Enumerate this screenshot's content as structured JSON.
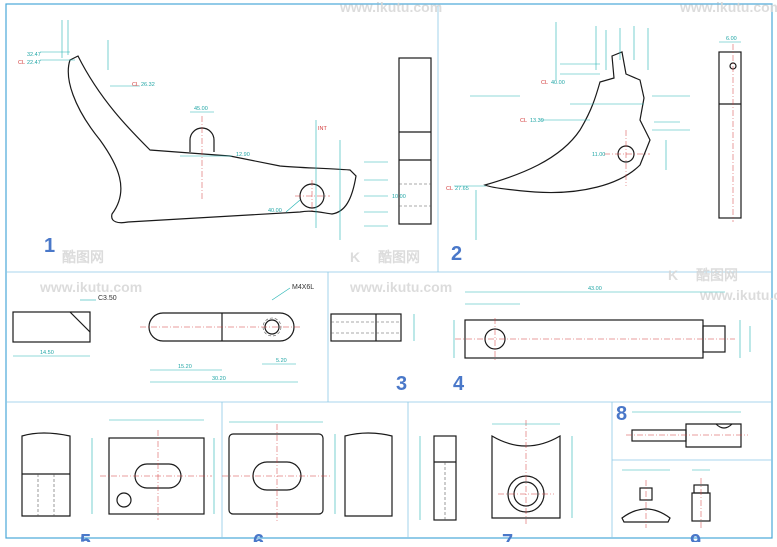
{
  "watermark": {
    "brand": "酷图网",
    "url": "www.ikutu.com",
    "logo_mark": "K"
  },
  "panels": [
    {
      "number": "1"
    },
    {
      "number": "2"
    },
    {
      "number": "3"
    },
    {
      "number": "4"
    },
    {
      "number": "5"
    },
    {
      "number": "6"
    },
    {
      "number": "7"
    },
    {
      "number": "8"
    },
    {
      "number": "9"
    }
  ],
  "annotations": {
    "chamfer": "C3.50",
    "thread": "M4X6L",
    "p1_cl_top": "CL",
    "p1_r1": "22.47",
    "p1_r2": "32.47",
    "p1_cl_mid": "CL",
    "p1_d1": "26.32",
    "p1_d2": "45.00",
    "p1_d3": "12.90",
    "p1_int": "INT",
    "p1_d4": "10.00",
    "p1_d5": "40.00",
    "p2_cl1": "CL",
    "p2_d1": "40.00",
    "p2_cl2": "CL",
    "p2_d2": "13.39",
    "p2_cl3": "CL",
    "p2_d3": "27.65",
    "p2_d4": "11.00",
    "p2_d5": "6.00",
    "p3_d1": "14.50",
    "p3_d2": "15.20",
    "p3_d3": "30.20",
    "p3_d4": "5.20",
    "p4_d1": "43.00"
  }
}
